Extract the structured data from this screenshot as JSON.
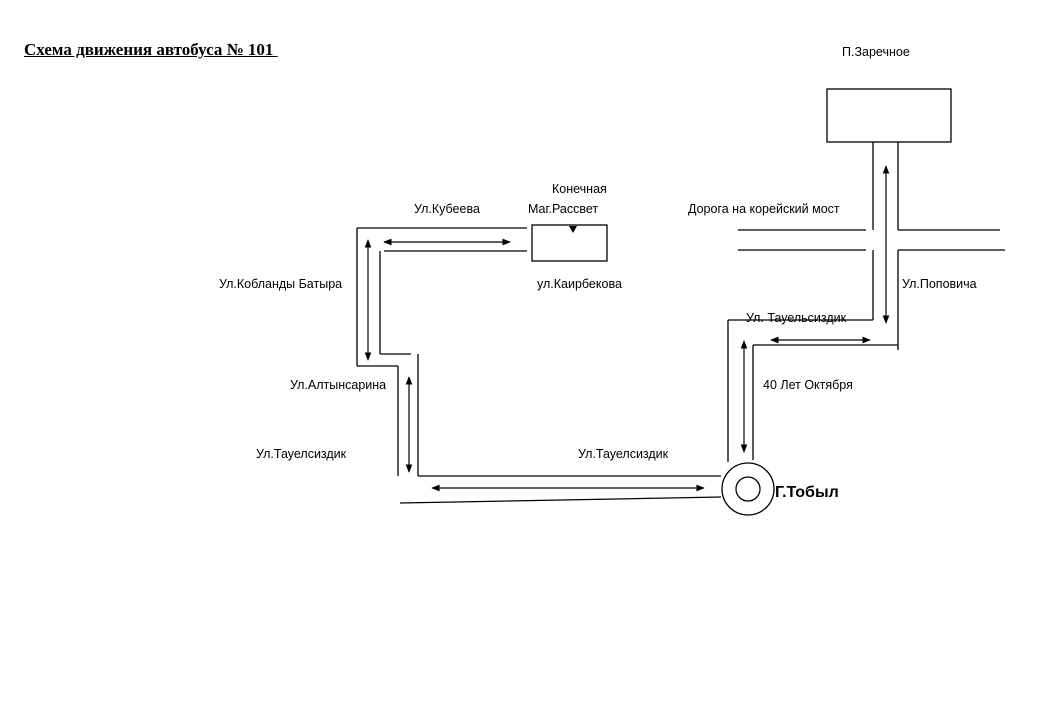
{
  "title": "Схема движения автобуса № 101 ",
  "labels": {
    "zarechnoe": "П.Заречное",
    "konechnaya": "Конечная",
    "mag_rassvet": "Маг.Рассвет",
    "kubeeva": "Ул.Кубеева",
    "korean_bridge_road": "Дорога на корейский мост",
    "kobland_batyra": "Ул.Кобланды Батыра",
    "kairbekova": "ул.Каирбекова",
    "popovicha": "Ул.Поповича",
    "tauelsizdik_right": "Ул. Тауельсиздик",
    "altynsarina": "Ул.Алтынсарина",
    "oktyabrya": "40 Лет Октября",
    "tauelsizdik_left": "Ул.Тауелсиздик",
    "tauelsizdik_mid": "Ул.Тауелсиздик",
    "city": "Г.Тобыл"
  }
}
